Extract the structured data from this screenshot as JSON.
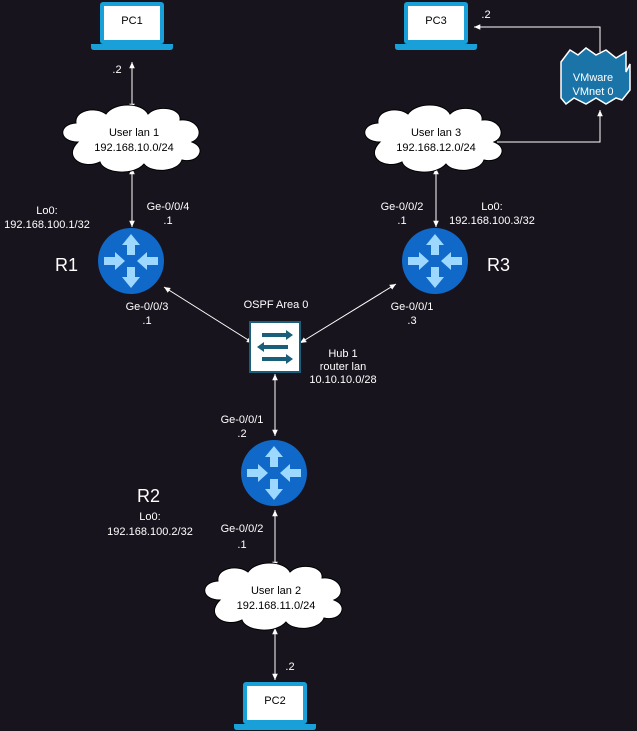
{
  "colors": {
    "background": "#18141d",
    "router": "#1068c8",
    "router_arrow": "#9cd8ff",
    "laptop": "#1aa0d8",
    "laptop_screen": "#ffffff",
    "hub_icon": "#1a5f7a",
    "vmware": "#1a74a8",
    "cloud_fill": "#ffffff",
    "link": "#ffffff"
  },
  "pcs": {
    "pc1": "PC1",
    "pc2": "PC2",
    "pc3": "PC3"
  },
  "routers": {
    "r1": "R1",
    "r2": "R2",
    "r3": "R3"
  },
  "clouds": {
    "lan1": {
      "name": "User lan 1",
      "subnet": "192.168.10.0/24"
    },
    "lan2": {
      "name": "User lan 2",
      "subnet": "192.168.11.0/24"
    },
    "lan3": {
      "name": "User lan 3",
      "subnet": "192.168.12.0/24"
    }
  },
  "vmware": {
    "line1": "VMware",
    "line2": "VMnet 0"
  },
  "hub": {
    "area": "OSPF Area 0",
    "name": "Hub 1",
    "desc": "router lan",
    "subnet": "10.10.10.0/28"
  },
  "labels": {
    "pc1_ip": ".2",
    "pc3_ip": ".2",
    "pc2_ip": ".2",
    "r1_lo_title": "Lo0:",
    "r1_lo_addr": "192.168.100.1/32",
    "r1_ge004": "Ge-0/0/4",
    "r1_ge004_ip": ".1",
    "r1_ge003": "Ge-0/0/3",
    "r1_ge003_ip": ".1",
    "r3_ge002": "Ge-0/0/2",
    "r3_ge002_ip": ".1",
    "r3_lo_title": "Lo0:",
    "r3_lo_addr": "192.168.100.3/32",
    "r3_ge001": "Ge-0/0/1",
    "r3_ge001_ip": ".3",
    "r2_ge001": "Ge-0/0/1",
    "r2_ge001_ip": ".2",
    "r2_lo_title": "Lo0:",
    "r2_lo_addr": "192.168.100.2/32",
    "r2_ge002": "Ge-0/0/2",
    "r2_ge002_ip": ".1"
  }
}
